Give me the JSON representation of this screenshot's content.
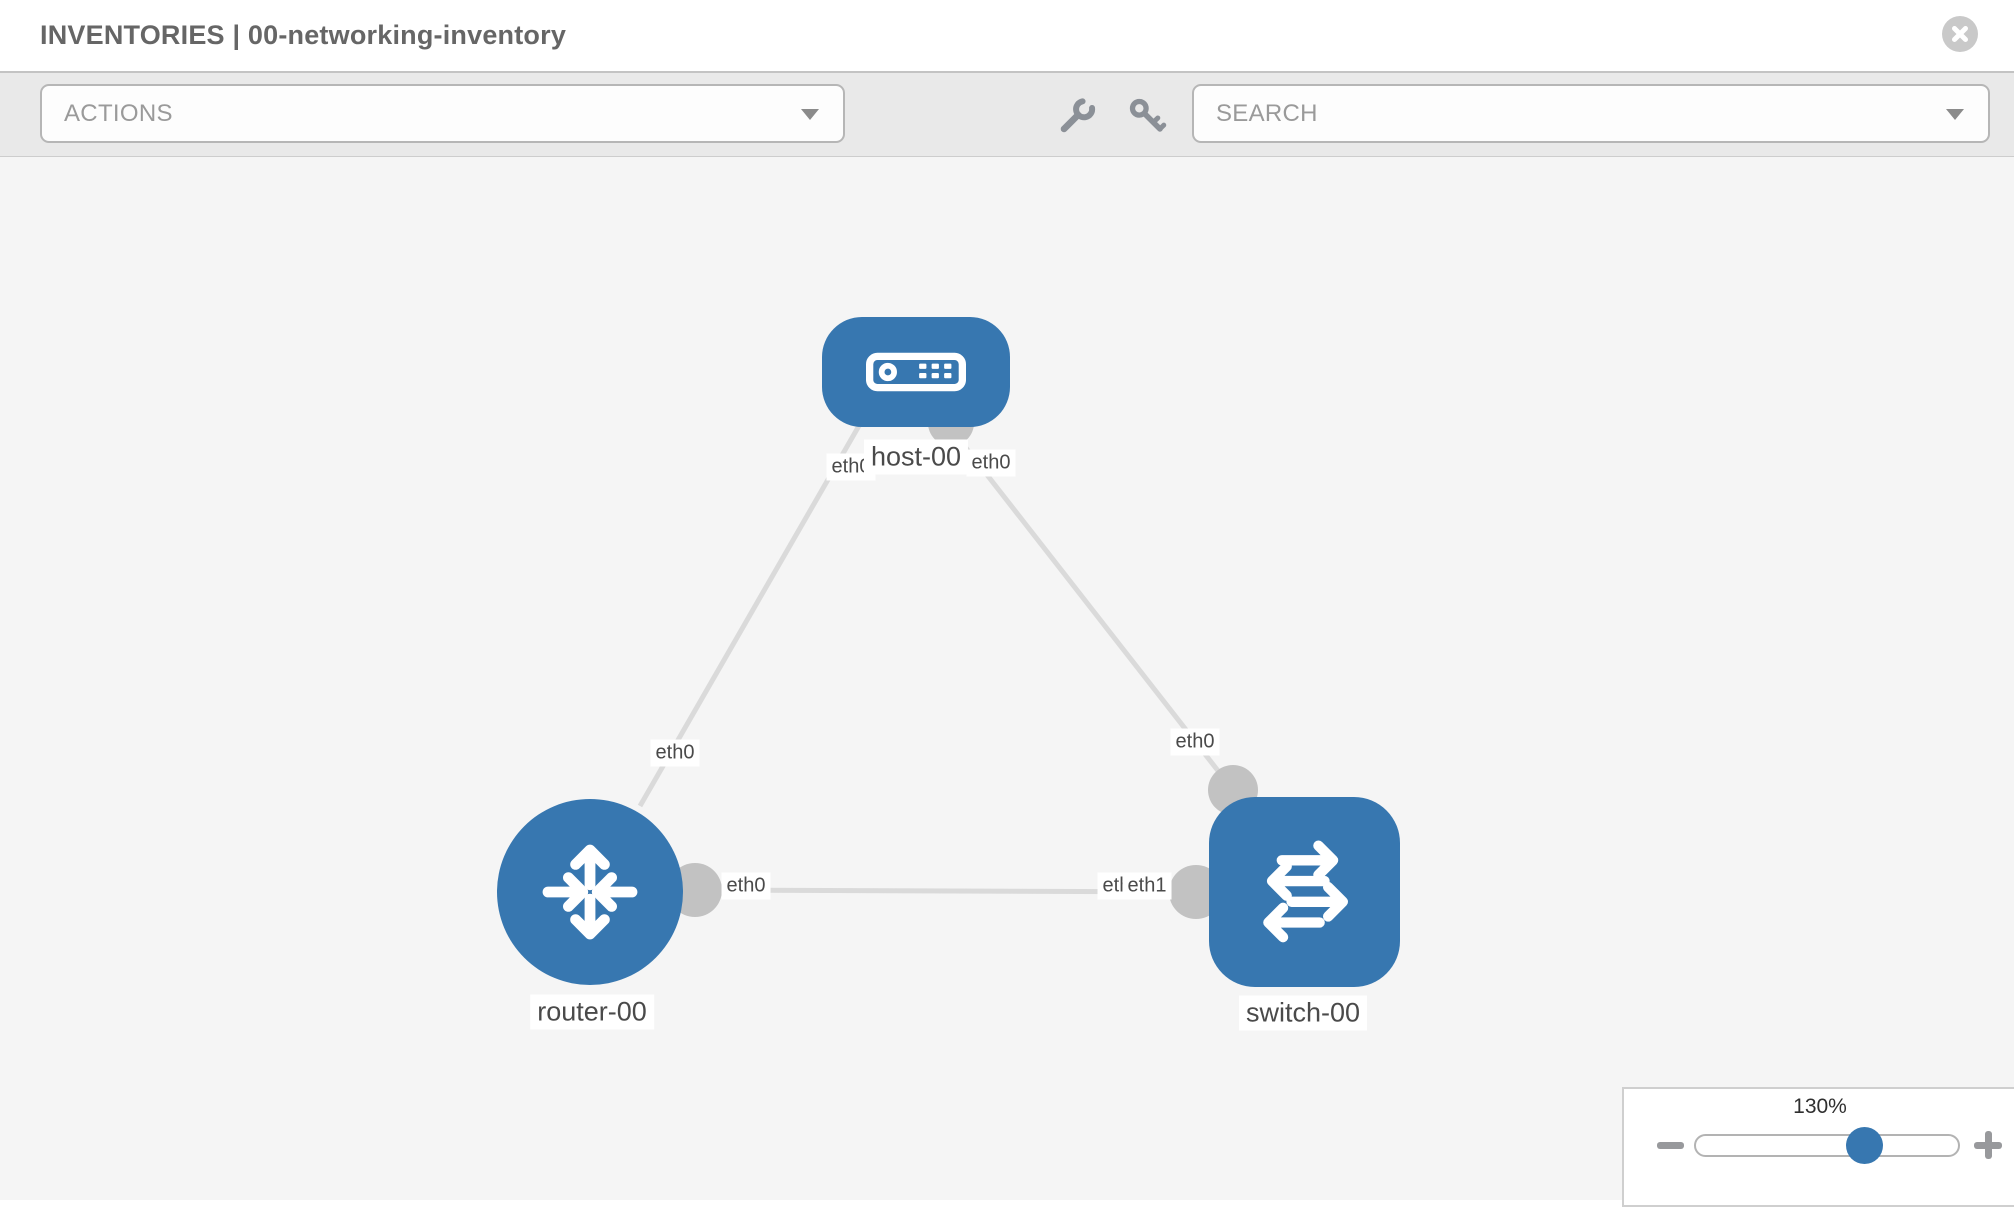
{
  "header": {
    "title": "INVENTORIES | 00-networking-inventory"
  },
  "toolbar": {
    "actions_label": "ACTIONS",
    "search_label": "SEARCH"
  },
  "topology": {
    "nodes": [
      {
        "label": "host-00",
        "type": "host"
      },
      {
        "label": "router-00",
        "type": "router"
      },
      {
        "label": "switch-00",
        "type": "switch"
      }
    ],
    "links": [
      {
        "from": "host-00",
        "from_interface": "eth0",
        "to": "router-00",
        "to_interface": "eth0"
      },
      {
        "from": "host-00",
        "from_interface": "eth0",
        "to": "switch-00",
        "to_interface": "eth0"
      },
      {
        "from": "router-00",
        "from_interface": "eth0",
        "to": "switch-00",
        "to_interface": "eth1"
      }
    ],
    "labels": {
      "host_name": "host-00",
      "router_name": "router-00",
      "switch_name": "switch-00",
      "host_left_if": "eth0",
      "host_right_if": "eth0",
      "router_top_if": "eth0",
      "switch_top_if": "eth0",
      "router_right_if": "eth0",
      "switch_left_if_hidden": "eth0",
      "switch_left_if": "eth1"
    }
  },
  "zoom_control": {
    "value": "130%"
  },
  "colors": {
    "node_blue": "#3777b0",
    "link_gray": "#dadada",
    "connector_gray": "#c2c2c2",
    "canvas_bg": "#f5f5f5",
    "toolbar_bg": "#e9e9e9",
    "icon_gray": "#8b9097"
  }
}
